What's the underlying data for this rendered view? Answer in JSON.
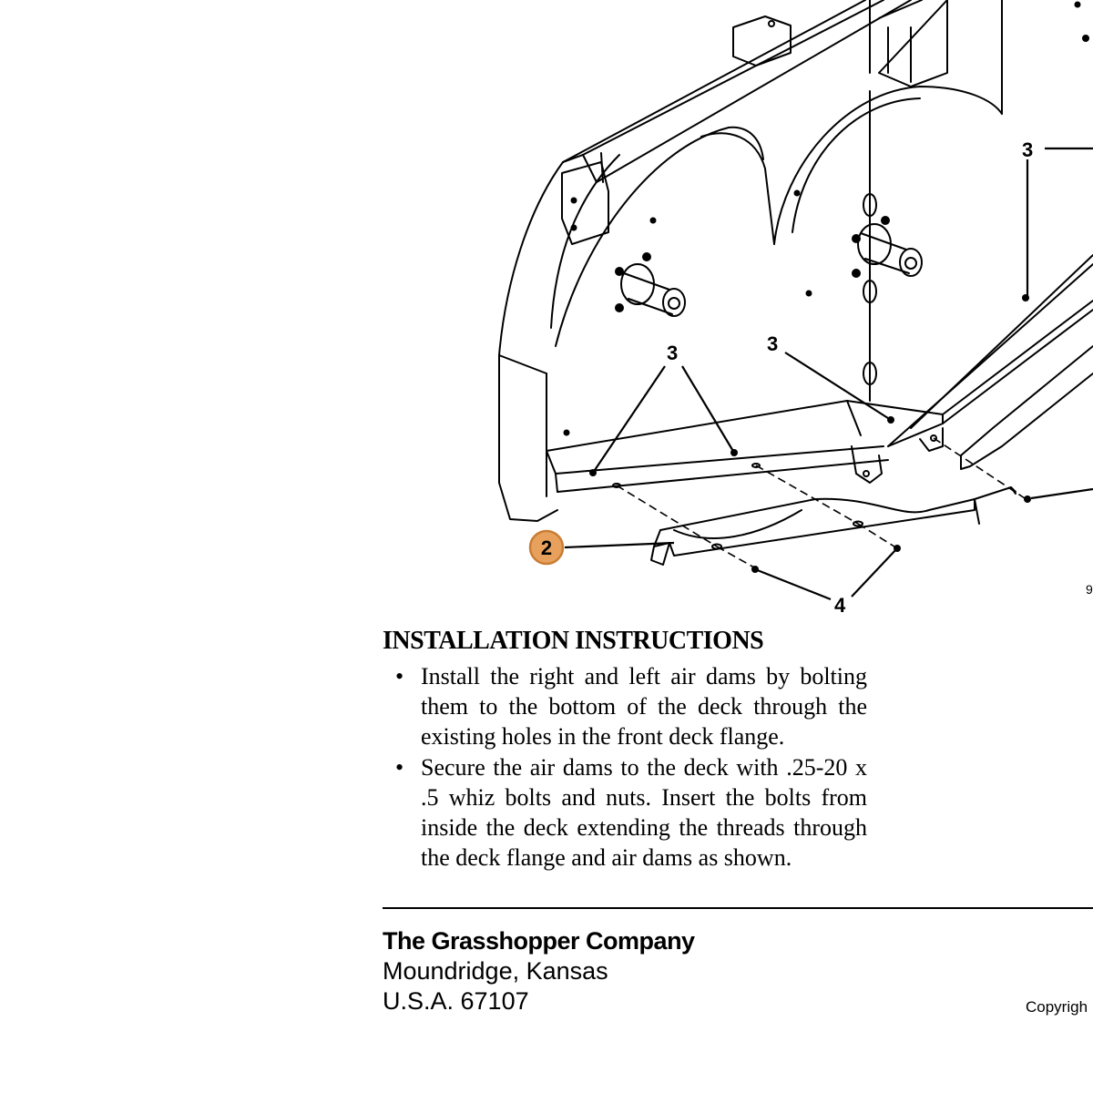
{
  "diagram": {
    "callouts": {
      "c3_top_right": "3",
      "c3_left": "3",
      "c3_middle": "3",
      "c4": "4",
      "c2": "2",
      "edge_fragment": "9"
    },
    "highlight_color": "#e8a15c",
    "highlight_stroke": "#c97c33"
  },
  "instructions": {
    "heading": "INSTALLATION INSTRUCTIONS",
    "bullet_symbol": "•",
    "items": [
      "Install the right and left air dams by bolting them to the bottom of the deck through the existing holes in the front deck flange.",
      "Secure the air dams to the deck with .25-20 x .5 whiz bolts and nuts. Insert the bolts from inside the deck extending the threads through the deck flange and air dams as shown."
    ]
  },
  "company": {
    "name": "The Grasshopper Company",
    "city": "Moundridge, Kansas",
    "country_zip": "U.S.A. 67107"
  },
  "copyright": "Copyrigh"
}
